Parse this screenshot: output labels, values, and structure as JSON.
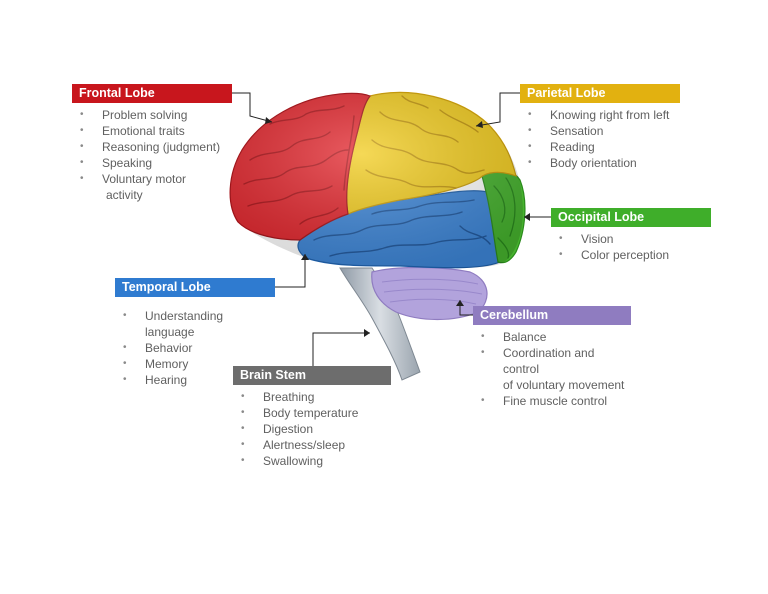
{
  "colors": {
    "frontal": "#c8161d",
    "parietal": "#e2b110",
    "occipital": "#3fae2a",
    "temporal": "#2f7bd0",
    "cerebellum": "#8f7cc0",
    "brainstem": "#6d6d6d"
  },
  "lobes": {
    "frontal": {
      "title": "Frontal Lobe",
      "items": [
        "Problem solving",
        "Emotional traits",
        "Reasoning (judgment)",
        "Speaking",
        "Voluntary motor",
        "activity"
      ]
    },
    "parietal": {
      "title": "Parietal Lobe",
      "items": [
        "Knowing right from left",
        "Sensation",
        "Reading",
        "Body orientation"
      ]
    },
    "occipital": {
      "title": "Occipital Lobe",
      "items": [
        "Vision",
        "Color perception"
      ]
    },
    "temporal": {
      "title": "Temporal Lobe",
      "items": [
        "Understanding language",
        "Behavior",
        "Memory",
        "Hearing"
      ]
    },
    "cerebellum": {
      "title": "Cerebellum",
      "items": [
        "Balance",
        "Coordination and control",
        "of voluntary movement",
        "Fine muscle control"
      ]
    },
    "brainstem": {
      "title": "Brain Stem",
      "items": [
        "Breathing",
        "Body temperature",
        "Digestion",
        "Alertness/sleep",
        "Swallowing"
      ]
    }
  }
}
